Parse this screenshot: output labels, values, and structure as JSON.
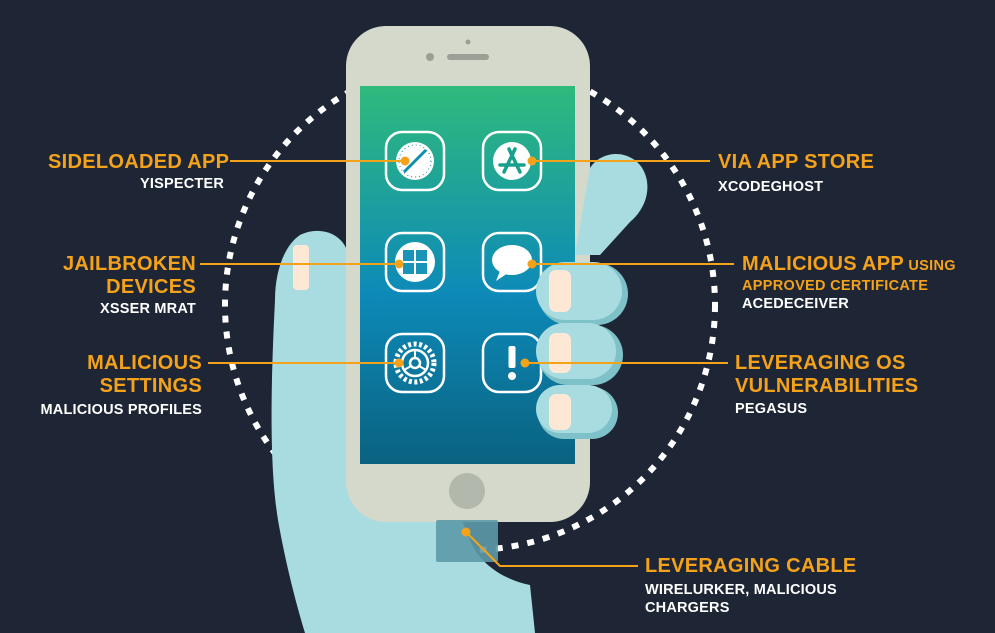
{
  "colors": {
    "background": "#1e2635",
    "accent": "#f5a21b",
    "hand": "#a8dce0",
    "phone_body": "#d4d9cc",
    "screen_top": "#2fba7c",
    "screen_bottom": "#0a6280"
  },
  "icons": [
    "safari-icon",
    "app-store-icon",
    "cydia-icon",
    "messages-icon",
    "settings-icon",
    "alert-icon"
  ],
  "labels": {
    "sideloaded": {
      "title": "SIDELOADED APP",
      "sub": "YISPECTER"
    },
    "app_store": {
      "title": "VIA APP STORE",
      "sub": "XCODEGHOST"
    },
    "jailbroken": {
      "title_line1": "JAILBROKEN",
      "title_line2": "DEVICES",
      "sub": "XSSER MRAT"
    },
    "malicious_app": {
      "title_main": "MALICIOUS APP",
      "title_using": " USING",
      "title_line2": "APPROVED CERTIFICATE",
      "sub": "ACEDECEIVER"
    },
    "settings": {
      "title_line1": "MALICIOUS",
      "title_line2": "SETTINGS",
      "sub": "MALICIOUS PROFILES"
    },
    "os": {
      "title_line1": "LEVERAGING OS",
      "title_line2": "VULNERABILITIES",
      "sub": "PEGASUS"
    },
    "cable": {
      "title": "LEVERAGING CABLE",
      "sub_line1": "WIRELURKER, MALICIOUS",
      "sub_line2": "CHARGERS"
    }
  }
}
